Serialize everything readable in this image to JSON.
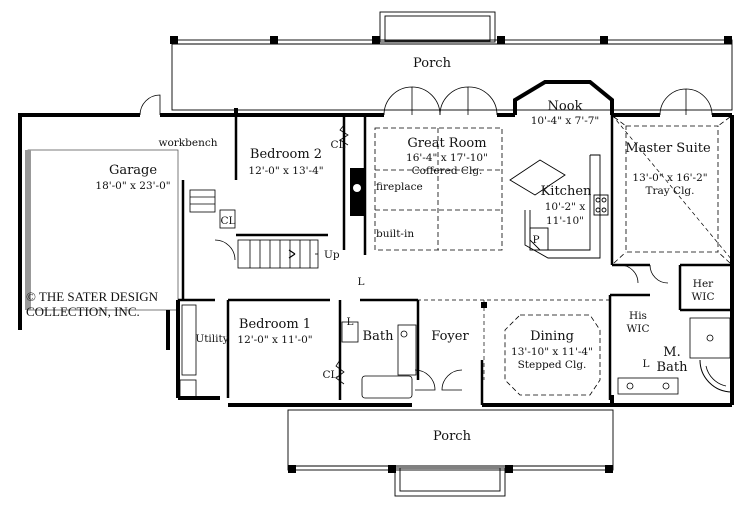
{
  "rooms": {
    "porch_top": {
      "name": "Porch"
    },
    "porch_bottom": {
      "name": "Porch"
    },
    "garage": {
      "name": "Garage",
      "dims": "18'-0\" x 23'-0\""
    },
    "workbench": {
      "name": "workbench"
    },
    "bedroom2": {
      "name": "Bedroom 2",
      "dims": "12'-0\" x 13'-4\""
    },
    "great_room": {
      "name": "Great Room",
      "dims": "16'-4\" x 17'-10\"",
      "ceiling": "Coffered Clg."
    },
    "nook": {
      "name": "Nook",
      "dims": "10'-4\" x 7'-7\""
    },
    "kitchen": {
      "name": "Kitchen",
      "dims_1": "10'-2\" x",
      "dims_2": "11'-10\""
    },
    "master_suite": {
      "name": "Master Suite",
      "dims": "13'-0\" x 16'-2\"",
      "ceiling": "Tray Clg."
    },
    "her_wic": {
      "line1": "Her",
      "line2": "WIC"
    },
    "his_wic": {
      "line1": "His",
      "line2": "WIC"
    },
    "master_bath": {
      "line1": "M.",
      "line2": "Bath"
    },
    "bedroom1": {
      "name": "Bedroom 1",
      "dims": "12'-0\" x 11'-0\""
    },
    "utility": {
      "name": "Utility"
    },
    "bath": {
      "name": "Bath"
    },
    "foyer": {
      "name": "Foyer"
    },
    "dining": {
      "name": "Dining",
      "dims": "13'-10\" x 11'-4\"",
      "ceiling": "Stepped Clg."
    }
  },
  "labels": {
    "fireplace": "fireplace",
    "built_in": "built-in",
    "up": "Up",
    "closet": "CL",
    "linen": "L",
    "pantry": "P"
  },
  "copyright": {
    "line1": "© THE SATER DESIGN",
    "line2": "COLLECTION, INC."
  }
}
